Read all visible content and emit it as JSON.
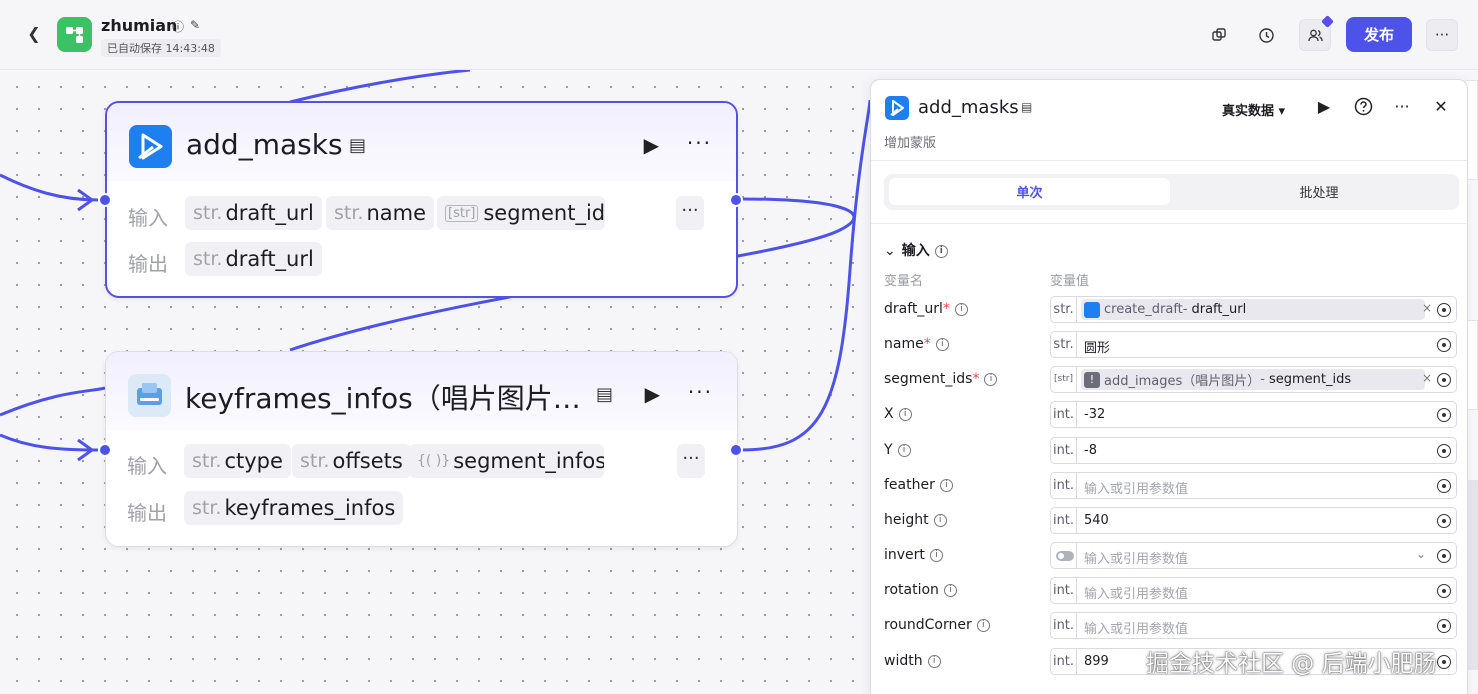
{
  "header": {
    "back_icon": "chevron-left-icon",
    "app_name": "zhumian",
    "autosave": "已自动保存 14:43:48",
    "publish_label": "发布",
    "accent": "#4d53e8"
  },
  "canvas": {
    "nodes": [
      {
        "title": "add_masks",
        "input_label": "输入",
        "output_label": "输出",
        "inputs": [
          {
            "type": "str.",
            "name": "draft_url"
          },
          {
            "type": "str.",
            "name": "name"
          },
          {
            "type": "[str]",
            "name": "segment_ids"
          }
        ],
        "outputs": [
          {
            "type": "str.",
            "name": "draft_url"
          }
        ],
        "more": "···"
      },
      {
        "title": "keyframes_infos（唱片图片…",
        "input_label": "输入",
        "output_label": "输出",
        "inputs": [
          {
            "type": "str.",
            "name": "ctype"
          },
          {
            "type": "str.",
            "name": "offsets"
          },
          {
            "type": "{( )}",
            "name": "segment_infos"
          }
        ],
        "outputs": [
          {
            "type": "str.",
            "name": "keyframes_infos"
          }
        ],
        "more": "···"
      }
    ]
  },
  "panel": {
    "title": "add_masks",
    "description": "增加蒙版",
    "mode_label": "真实数据",
    "tabs": [
      "单次",
      "批处理"
    ],
    "section_title": "输入",
    "col_name": "变量名",
    "col_value": "变量值",
    "params": [
      {
        "name": "draft_url",
        "required": true,
        "type": "str.",
        "ref_node": "create_draft",
        "ref_field": "draft_url"
      },
      {
        "name": "name",
        "required": true,
        "type": "str.",
        "value": "圆形"
      },
      {
        "name": "segment_ids",
        "required": true,
        "type": "[str]",
        "ref_node": "add_images（唱片图片）",
        "ref_field": "segment_ids"
      },
      {
        "name": "X",
        "required": false,
        "type": "int.",
        "value": "-32"
      },
      {
        "name": "Y",
        "required": false,
        "type": "int.",
        "value": "-8"
      },
      {
        "name": "feather",
        "required": false,
        "type": "int.",
        "placeholder": "输入或引用参数值"
      },
      {
        "name": "height",
        "required": false,
        "type": "int.",
        "value": "540"
      },
      {
        "name": "invert",
        "required": false,
        "type": "bool",
        "placeholder": "输入或引用参数值"
      },
      {
        "name": "rotation",
        "required": false,
        "type": "int.",
        "placeholder": "输入或引用参数值"
      },
      {
        "name": "roundCorner",
        "required": false,
        "type": "int.",
        "placeholder": "输入或引用参数值"
      },
      {
        "name": "width",
        "required": false,
        "type": "int.",
        "value": "899"
      }
    ]
  },
  "watermark": "掘金技术社区 @ 后端小肥肠"
}
